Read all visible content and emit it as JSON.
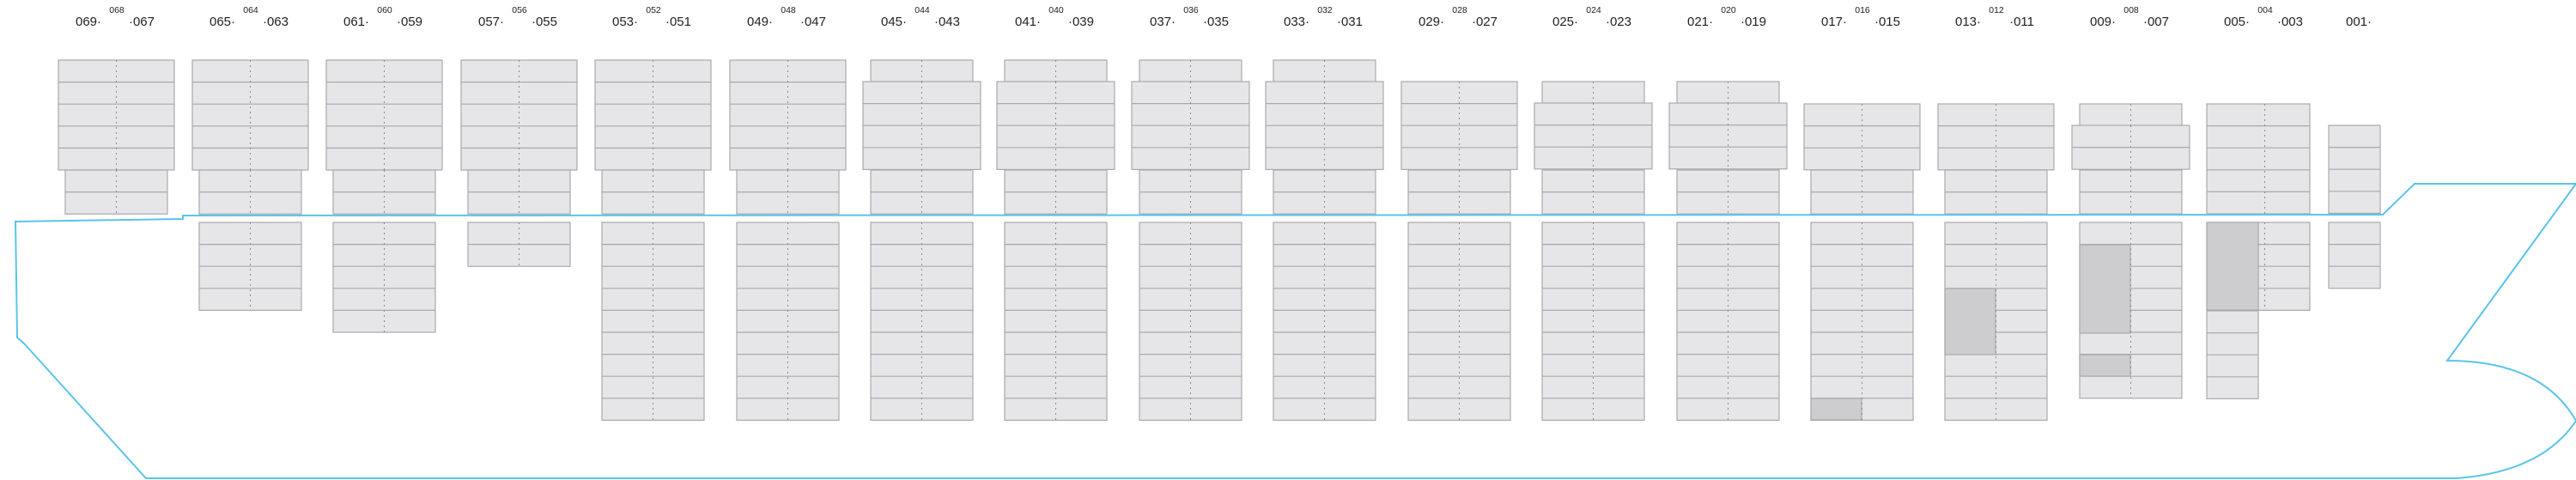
{
  "colors": {
    "hull": "#5bc4e8",
    "cell_fill": "#e6e6e8",
    "cell_stroke": "#a9a9ad",
    "filled_cell": "#cdcdd0",
    "center_line": "#8a8a8a",
    "text": "#222222"
  },
  "bays": [
    {
      "left": "069",
      "mid": "068",
      "right": "067"
    },
    {
      "left": "065",
      "mid": "064",
      "right": "063"
    },
    {
      "left": "061",
      "mid": "060",
      "right": "059"
    },
    {
      "left": "057",
      "mid": "056",
      "right": "055"
    },
    {
      "left": "053",
      "mid": "052",
      "right": "051"
    },
    {
      "left": "049",
      "mid": "048",
      "right": "047"
    },
    {
      "left": "045",
      "mid": "044",
      "right": "043"
    },
    {
      "left": "041",
      "mid": "040",
      "right": "039"
    },
    {
      "left": "037",
      "mid": "036",
      "right": "035"
    },
    {
      "left": "033",
      "mid": "032",
      "right": "031"
    },
    {
      "left": "029",
      "mid": "028",
      "right": "027"
    },
    {
      "left": "025",
      "mid": "024",
      "right": "023"
    },
    {
      "left": "021",
      "mid": "020",
      "right": "019"
    },
    {
      "left": "017",
      "mid": "016",
      "right": "015"
    },
    {
      "left": "013",
      "mid": "012",
      "right": "011"
    },
    {
      "left": "009",
      "mid": "008",
      "right": "007"
    },
    {
      "left": "005",
      "mid": "004",
      "right": "003"
    },
    {
      "left": "001",
      "mid": "",
      "right": ""
    }
  ]
}
